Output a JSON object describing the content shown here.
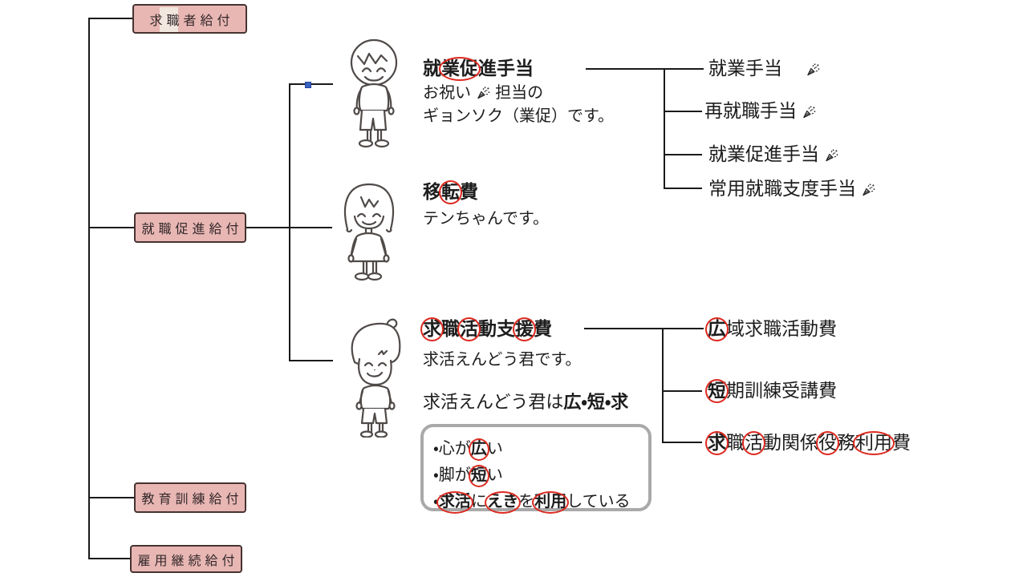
{
  "palette": {
    "box_fill": "#e8b7b4",
    "box_border": "#463331",
    "connector_line": "#1a1a1a",
    "red_circle": "#dd2a20",
    "note_border": "#a9a9a9",
    "selection_handle": "#3a64c0"
  },
  "boxes": [
    {
      "label": "求職者給付"
    },
    {
      "label": "就職促進給付"
    },
    {
      "label": "教育訓練給付"
    },
    {
      "label": "雇用継続給付"
    }
  ],
  "characters": [
    {
      "name": "gyonsoku",
      "title": [
        {
          "t": "就",
          "b": true
        },
        {
          "t": "業促",
          "b": true,
          "c": true
        },
        {
          "t": "進手当",
          "b": true
        }
      ],
      "lines": [
        [
          {
            "t": "お祝い"
          },
          {
            "icon": "party-popper"
          },
          {
            "t": " 担当の"
          }
        ],
        [
          {
            "t": "ギョンソク（業促）です。"
          }
        ]
      ]
    },
    {
      "name": "ten-chan",
      "title": [
        {
          "t": "移",
          "b": true
        },
        {
          "t": "転",
          "b": true,
          "c": true
        },
        {
          "t": "費",
          "b": true
        }
      ],
      "lines": [
        [
          {
            "t": "テンちゃんです。"
          }
        ]
      ]
    },
    {
      "name": "kyukatsu-endo-kun",
      "title": [
        {
          "t": "求",
          "b": true,
          "c": true
        },
        {
          "t": "職",
          "b": true
        },
        {
          "t": "活",
          "b": true,
          "c": true
        },
        {
          "t": "動支",
          "b": true
        },
        {
          "t": "援",
          "b": true,
          "c": true
        },
        {
          "t": "費",
          "b": true
        }
      ],
      "lines": [
        [
          {
            "t": "求活えんどう君です。"
          }
        ],
        [
          {
            "t": "求活えんどう君は"
          },
          {
            "t": "広・短・求",
            "b": true
          }
        ]
      ]
    }
  ],
  "top_list": [
    [
      {
        "t": "就業手当　"
      },
      {
        "icon": "party-popper"
      }
    ],
    [
      {
        "t": "再就職手当 "
      },
      {
        "icon": "party-popper"
      }
    ],
    [
      {
        "t": "就業促進手当 "
      },
      {
        "icon": "party-popper"
      }
    ],
    [
      {
        "t": "常用就職支度手当 "
      },
      {
        "icon": "party-popper"
      }
    ]
  ],
  "bottom_list": [
    [
      {
        "t": "広",
        "b": true,
        "c": true
      },
      {
        "t": "域求職活動費"
      }
    ],
    [
      {
        "t": "短",
        "b": true,
        "c": true
      },
      {
        "t": "期訓練受講費"
      }
    ],
    [
      {
        "t": "求",
        "b": true,
        "c": true
      },
      {
        "t": "職"
      },
      {
        "t": "活",
        "c": true
      },
      {
        "t": "動関係"
      },
      {
        "t": "役",
        "c": true
      },
      {
        "t": "務"
      },
      {
        "t": "利用",
        "c": true
      },
      {
        "t": "費"
      }
    ]
  ],
  "note": {
    "lines": [
      [
        {
          "t": "・心が"
        },
        {
          "t": "広",
          "b": true,
          "c": true
        },
        {
          "t": "い"
        }
      ],
      [
        {
          "t": "・脚が"
        },
        {
          "t": "短",
          "b": true,
          "c": true
        },
        {
          "t": "い"
        }
      ],
      [
        {
          "t": "・"
        },
        {
          "t": "求活",
          "b": true,
          "c": true
        },
        {
          "t": "に"
        },
        {
          "t": "えき",
          "b": true,
          "c": true
        },
        {
          "t": "を"
        },
        {
          "t": "利用",
          "b": true,
          "c": true
        },
        {
          "t": "している"
        }
      ]
    ]
  },
  "icons": {
    "celebration": "party-popper"
  }
}
